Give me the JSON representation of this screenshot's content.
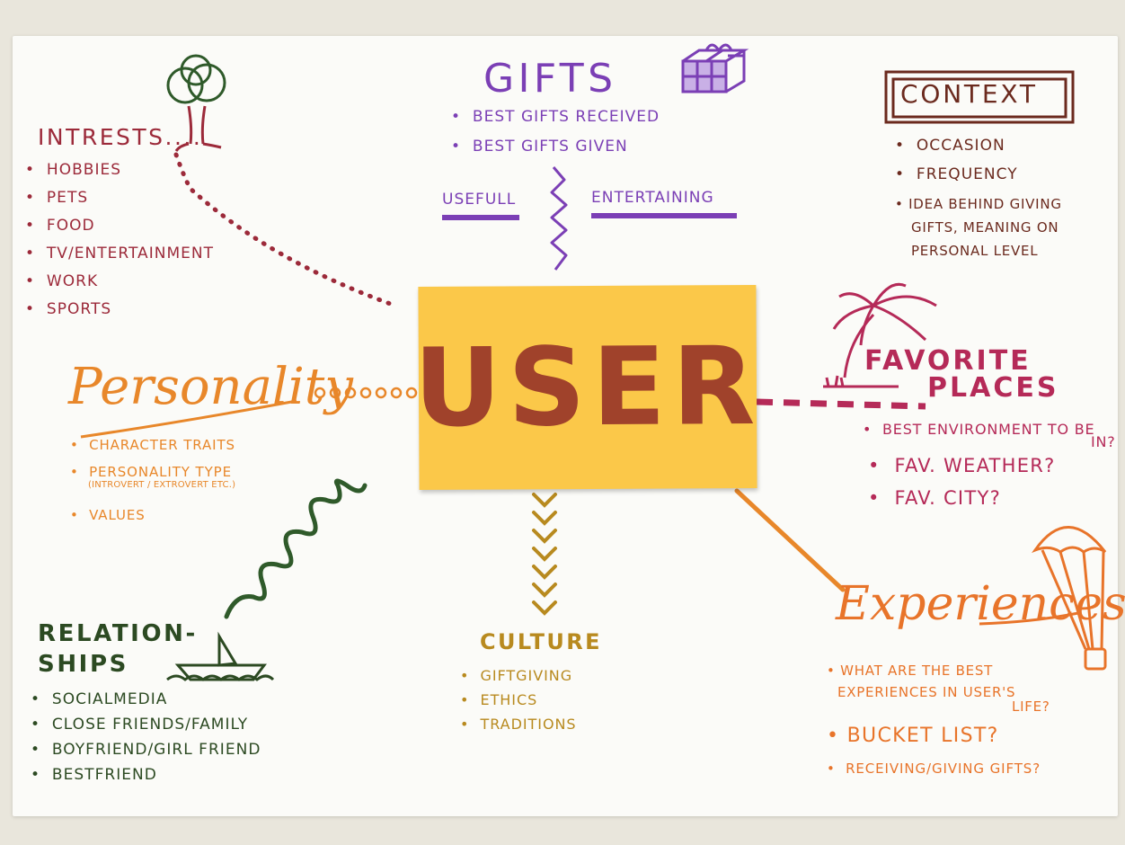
{
  "center": {
    "label": "USER"
  },
  "gifts": {
    "title": "GIFTS",
    "items": [
      "Best gifts received",
      "Best gifts given"
    ],
    "left_label": "USEFULL",
    "right_label": "ENTERTAINING",
    "color": "#7b3fb5"
  },
  "interests": {
    "title": "INTRESTS....",
    "items": [
      "HOBBIES",
      "PETS",
      "FOOD",
      "TV/ENTERTAINMENT",
      "WORK",
      "SPORTS"
    ],
    "color": "#9c2a3a"
  },
  "context": {
    "title": "CONTEXT",
    "items": [
      "OCCASION",
      "FREQUENCY"
    ],
    "idea_lines": [
      "IDEA BEHIND GIVING",
      "GIFTS, MEANING ON",
      "PERSONAL LEVEL"
    ],
    "color": "#6b2a1e"
  },
  "personality": {
    "title": "Personality",
    "items": [
      "CHARACTER TRAITS",
      "PERSONALITY TYPE"
    ],
    "type_note": "(INTROVERT / EXTROVERT ETC.)",
    "values": "VALUES",
    "color": "#e8872a"
  },
  "favorite_places": {
    "title_lines": [
      "FAVORITE",
      "PLACES"
    ],
    "env_lines": [
      "BEST ENVIRONMENT TO BE",
      "IN?"
    ],
    "items": [
      "FAV. WEATHER?",
      "FAV. CITY?"
    ],
    "color": "#b52a58"
  },
  "culture": {
    "title": "CULTURE",
    "items": [
      "GIFTGIVING",
      "ETHICS",
      "TRADITIONS"
    ],
    "color": "#b88a1f"
  },
  "relationships": {
    "title_lines": [
      "RELATION-",
      "SHIPS"
    ],
    "items": [
      "SOCIALMEDIA",
      "CLOSE FRIENDS/FAMILY",
      "BOYFRIEND/GIRL FRIEND",
      "BESTFRIEND"
    ],
    "color": "#2c4a22"
  },
  "experiences": {
    "title": "Experiences",
    "q_lines": [
      "WHAT ARE THE BEST",
      "EXPERIENCES IN USER'S",
      "LIFE?"
    ],
    "bucket": "BUCKET LIST?",
    "receiving": "RECEIVING/GIVING GIFTS?",
    "color": "#e8742a"
  }
}
